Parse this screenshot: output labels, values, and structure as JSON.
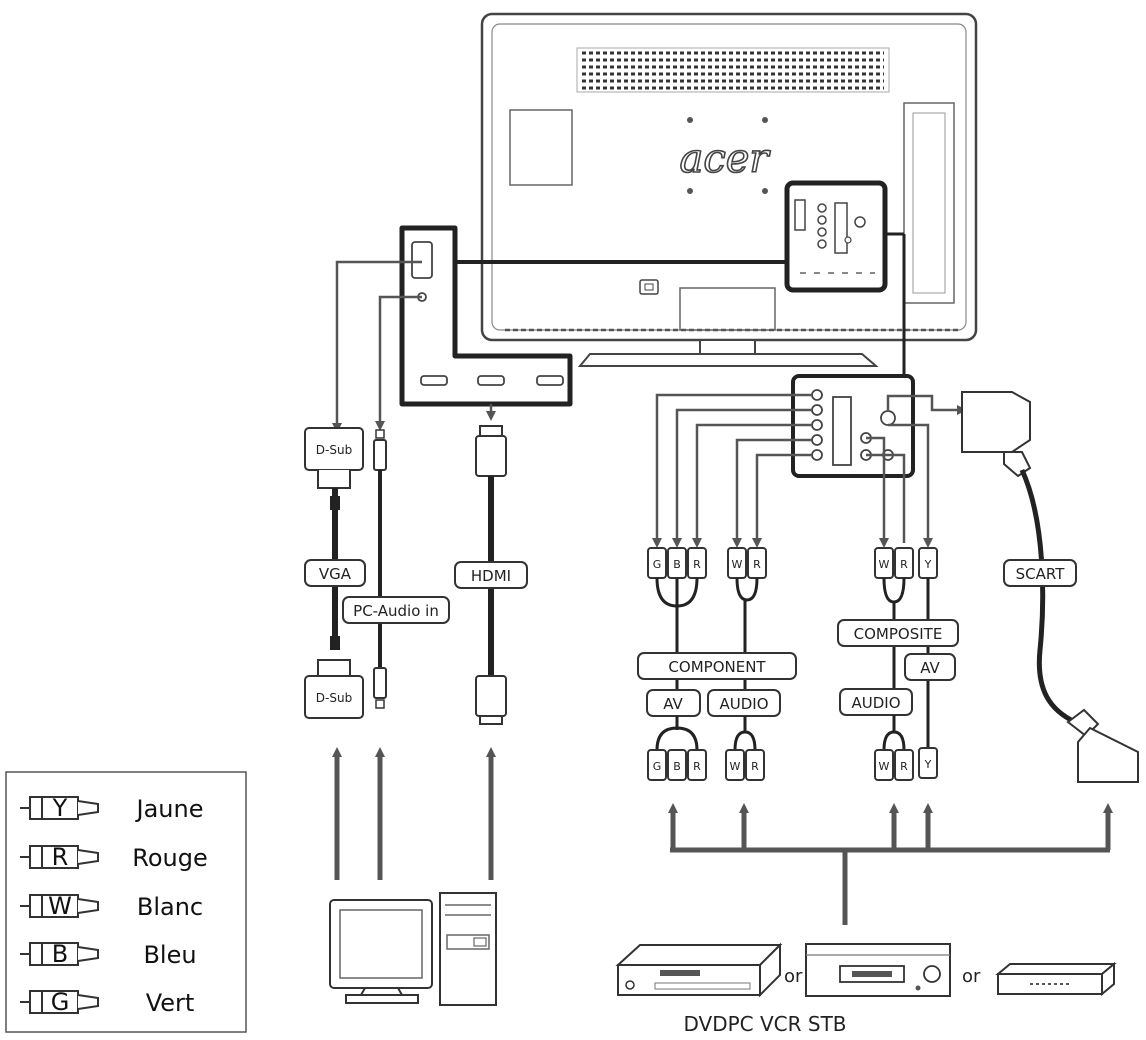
{
  "tv": {
    "brand": "acer"
  },
  "cables": {
    "dsub_top": "D-Sub",
    "vga": "VGA",
    "dsub_bottom": "D-Sub",
    "pc_audio": "PC-Audio in",
    "hdmi": "HDMI",
    "scart": "SCART",
    "component": "COMPONENT",
    "composite": "COMPOSITE",
    "av_component": "AV",
    "audio_component": "AUDIO",
    "av_composite": "AV",
    "audio_composite": "AUDIO"
  },
  "plugs": {
    "component_top": [
      "G",
      "B",
      "R"
    ],
    "audio_top": [
      "W",
      "R"
    ],
    "composite_top": [
      "W",
      "R",
      "Y"
    ],
    "component_bottom": [
      "G",
      "B",
      "R"
    ],
    "audio_bottom": [
      "W",
      "R"
    ],
    "composite_bottom": [
      "W",
      "R",
      "Y"
    ]
  },
  "legend": [
    {
      "letter": "Y",
      "name": "Jaune"
    },
    {
      "letter": "R",
      "name": "Rouge"
    },
    {
      "letter": "W",
      "name": "Blanc"
    },
    {
      "letter": "B",
      "name": "Bleu"
    },
    {
      "letter": "G",
      "name": "Vert"
    }
  ],
  "devices": {
    "or1": "or",
    "or2": "or",
    "label": "DVDPC VCR STB"
  }
}
